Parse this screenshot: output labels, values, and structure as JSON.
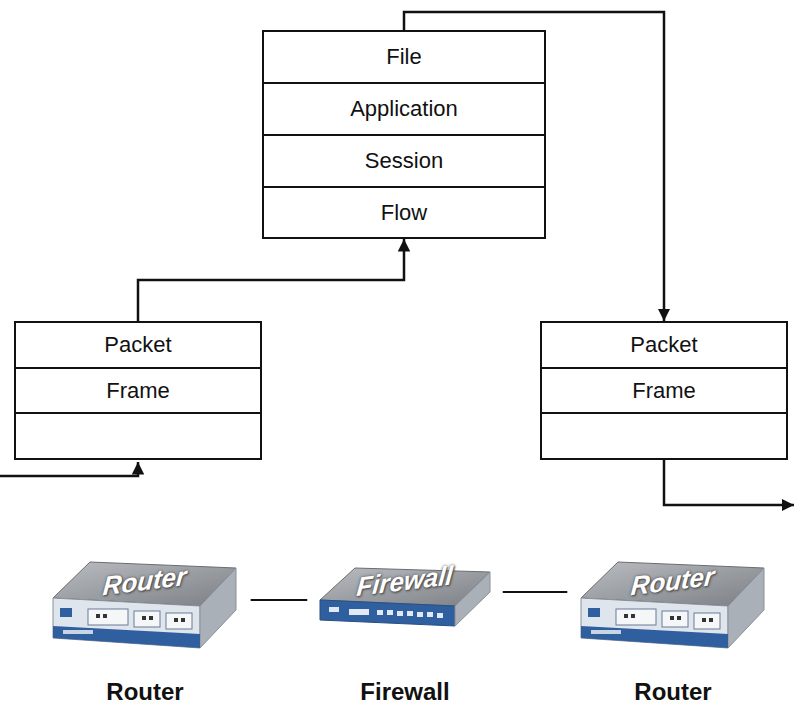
{
  "diagram": {
    "nodes": [
      {
        "text": [
          "File"
        ]
      },
      {
        "text": [
          "Application"
        ]
      },
      {
        "text": [
          "Session"
        ]
      },
      {
        "text": [
          "Flow"
        ]
      },
      {
        "text": [
          "Packet"
        ]
      },
      {
        "text": [
          "Frame"
        ]
      },
      {
        "text": [
          "Packet"
        ]
      },
      {
        "text": [
          "Frame"
        ]
      },
      {
        "text": [
          "Router",
          "Router"
        ]
      },
      {
        "text": [
          "Firewall",
          "Firewall"
        ]
      },
      {
        "text": [
          "Router",
          "Router"
        ]
      }
    ],
    "edges": [
      {
        "from": 4,
        "to": 3,
        "arrow": "to"
      },
      {
        "from": 0,
        "to": 6,
        "arrow": "to"
      },
      {
        "from": 8,
        "to": 9,
        "arrow": "none"
      },
      {
        "from": 9,
        "to": 10,
        "arrow": "none"
      }
    ]
  }
}
